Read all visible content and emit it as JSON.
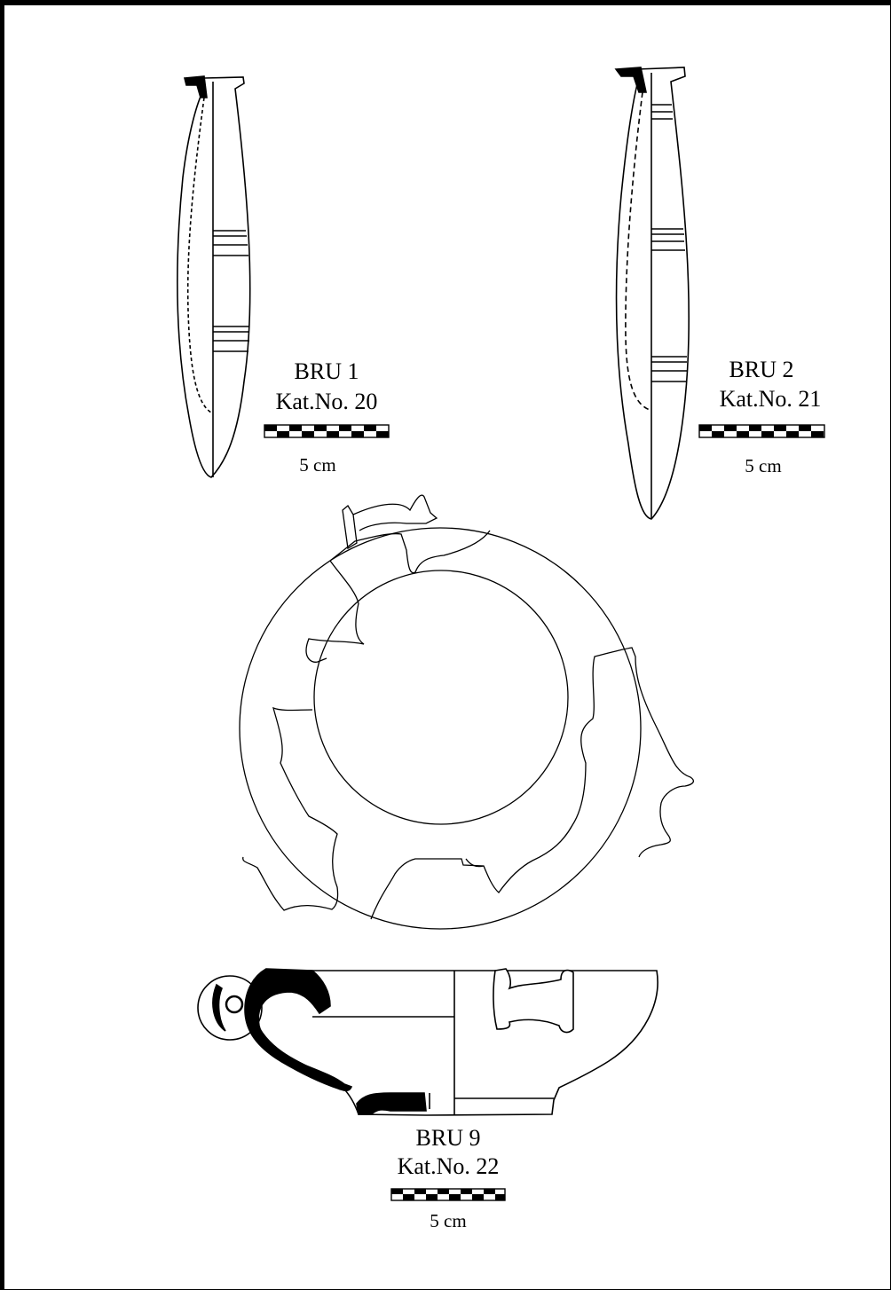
{
  "plate": {
    "objects": [
      {
        "id": "bru1",
        "name": "BRU 1",
        "catalog": "Kat.No. 20",
        "scale_label": "5 cm"
      },
      {
        "id": "bru2",
        "name": "BRU 2",
        "catalog": "Kat.No. 21",
        "scale_label": "5 cm"
      },
      {
        "id": "bru9",
        "name": "BRU 9",
        "catalog": "Kat.No. 22",
        "scale_label": "5 cm"
      }
    ]
  },
  "colors": {
    "ink": "#000000",
    "paper": "#ffffff"
  }
}
